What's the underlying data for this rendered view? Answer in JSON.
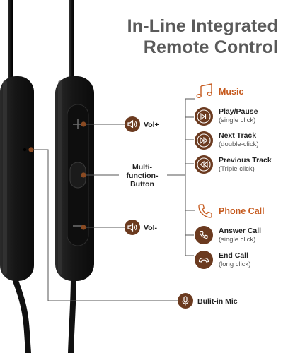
{
  "title": {
    "line1": "In-Line Integrated",
    "line2": "Remote Control"
  },
  "remote": {
    "vol_up": "Vol+",
    "multi_function": "Multi-\nfunction-\nButton",
    "vol_down": "Vol-",
    "mic": "Bulit-in Mic"
  },
  "music": {
    "heading": "Music",
    "items": [
      {
        "label": "Play/Pause",
        "sub": "(single click)",
        "icon": "play-pause-icon"
      },
      {
        "label": "Next Track",
        "sub": "(double-click)",
        "icon": "next-track-icon"
      },
      {
        "label": "Previous Track",
        "sub": "(Triple click)",
        "icon": "previous-track-icon"
      }
    ]
  },
  "phone": {
    "heading": "Phone Call",
    "items": [
      {
        "label": "Answer Call",
        "sub": "(single click)",
        "icon": "answer-call-icon"
      },
      {
        "label": "End Call",
        "sub": "(long click)",
        "icon": "end-call-icon"
      }
    ]
  },
  "colors": {
    "accent": "#c65a1e",
    "badge": "#6b3a1f",
    "title": "#5a5a5a",
    "cable": "#151515"
  }
}
